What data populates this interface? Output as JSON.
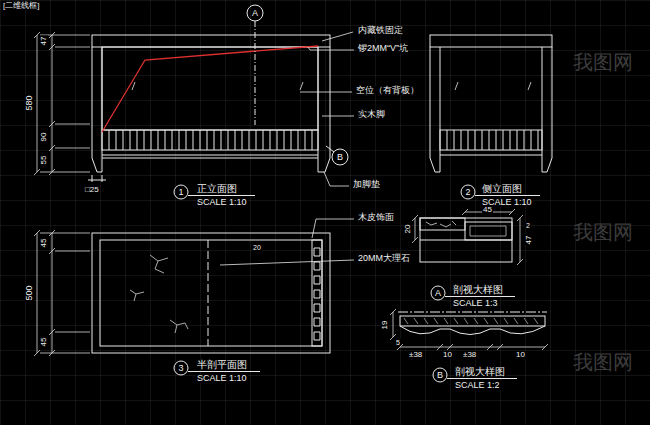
{
  "diagram": {
    "labels": [
      "[二维线框]",
      "A",
      "内藏铁固定",
      "锣2MM“V”坑",
      "空位（有背板）",
      "实木脚",
      "B",
      "加脚垫",
      "47",
      "580",
      "90",
      "55",
      "□25",
      "1",
      "正立面图",
      "SCALE 1:10",
      "2",
      "侧立面图",
      "SCALE 1:10",
      "木皮饰面",
      "45",
      "500",
      "45",
      "20",
      "20MM大理石",
      "3",
      "半剖平面图",
      "SCALE 1:10",
      "20",
      "45",
      "2",
      "47",
      "A",
      "剖视大样图",
      "SCALE 1:3",
      "19",
      "5",
      "±38",
      "10",
      "±38",
      "10",
      "B",
      "剖视大样图",
      "SCALE 1:2",
      "我图网",
      "我图网",
      "我图网"
    ]
  }
}
